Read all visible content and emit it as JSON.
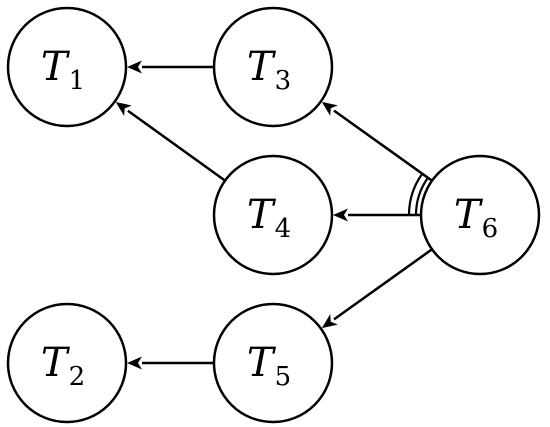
{
  "nodes": [
    {
      "id": "T1",
      "base": "T",
      "sub": "1"
    },
    {
      "id": "T2",
      "base": "T",
      "sub": "2"
    },
    {
      "id": "T3",
      "base": "T",
      "sub": "3"
    },
    {
      "id": "T4",
      "base": "T",
      "sub": "4"
    },
    {
      "id": "T5",
      "base": "T",
      "sub": "5"
    },
    {
      "id": "T6",
      "base": "T",
      "sub": "6"
    }
  ],
  "edges": [
    {
      "from": "T3",
      "to": "T1"
    },
    {
      "from": "T4",
      "to": "T1"
    },
    {
      "from": "T6",
      "to": "T3"
    },
    {
      "from": "T6",
      "to": "T4"
    },
    {
      "from": "T6",
      "to": "T5"
    },
    {
      "from": "T5",
      "to": "T2"
    }
  ],
  "conjunction": {
    "at": "T6",
    "edges_to": [
      "T3",
      "T4"
    ]
  },
  "colors": {
    "stroke": "#000000",
    "background": "#ffffff"
  }
}
